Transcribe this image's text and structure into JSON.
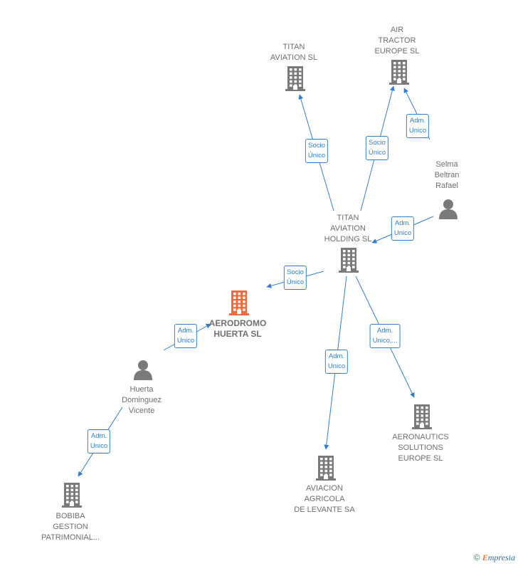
{
  "nodes": {
    "titan_aviation": {
      "lines": [
        "TITAN",
        "AVIATION  SL"
      ],
      "type": "company"
    },
    "air_tractor": {
      "lines": [
        "AIR",
        "TRACTOR",
        "EUROPE SL"
      ],
      "type": "company"
    },
    "selma": {
      "lines": [
        "Selma",
        "Beltran",
        "Rafael"
      ],
      "type": "person"
    },
    "titan_holding": {
      "lines": [
        "TITAN",
        "AVIATION",
        "HOLDING  SL"
      ],
      "type": "company"
    },
    "aerodromo": {
      "lines": [
        "AERODROMO",
        "HUERTA  SL"
      ],
      "type": "company-focus"
    },
    "huerta": {
      "lines": [
        "Huerta",
        "Dominguez",
        "Vicente"
      ],
      "type": "person"
    },
    "aviacion": {
      "lines": [
        "AVIACION",
        "AGRICOLA",
        "DE LEVANTE SA"
      ],
      "type": "company"
    },
    "aeronautics": {
      "lines": [
        "AERONAUTICS",
        "SOLUTIONS",
        "EUROPE  SL"
      ],
      "type": "company"
    },
    "bobiba": {
      "lines": [
        "BOBIBA",
        "GESTION",
        "PATRIMONIAL..."
      ],
      "type": "company"
    }
  },
  "edges": [
    {
      "from": "titan_holding",
      "to": "titan_aviation",
      "label": [
        "Socio",
        "Único"
      ]
    },
    {
      "from": "titan_holding",
      "to": "air_tractor",
      "label": [
        "Socio",
        "Único"
      ]
    },
    {
      "from": "selma",
      "to": "air_tractor",
      "label": [
        "Adm.",
        "Unico"
      ]
    },
    {
      "from": "selma",
      "to": "titan_holding",
      "label": [
        "Adm.",
        "Unico"
      ]
    },
    {
      "from": "titan_holding",
      "to": "aerodromo",
      "label": [
        "Socio",
        "Único"
      ]
    },
    {
      "from": "huerta",
      "to": "aerodromo",
      "label": [
        "Adm.",
        "Unico"
      ]
    },
    {
      "from": "titan_holding",
      "to": "aviacion",
      "label": [
        "Adm.",
        "Unico"
      ]
    },
    {
      "from": "titan_holding",
      "to": "aeronautics",
      "label": [
        "Adm.",
        "Unico,..."
      ]
    },
    {
      "from": "huerta",
      "to": "bobiba",
      "label": [
        "Adm.",
        "Unico"
      ]
    }
  ],
  "colors": {
    "edge": "#2f7fd1",
    "icon": "#7a7a7a",
    "focus": "#f26a3c"
  },
  "footer": {
    "copyright": "©",
    "brand_first": "E",
    "brand_rest": "mpresia"
  }
}
